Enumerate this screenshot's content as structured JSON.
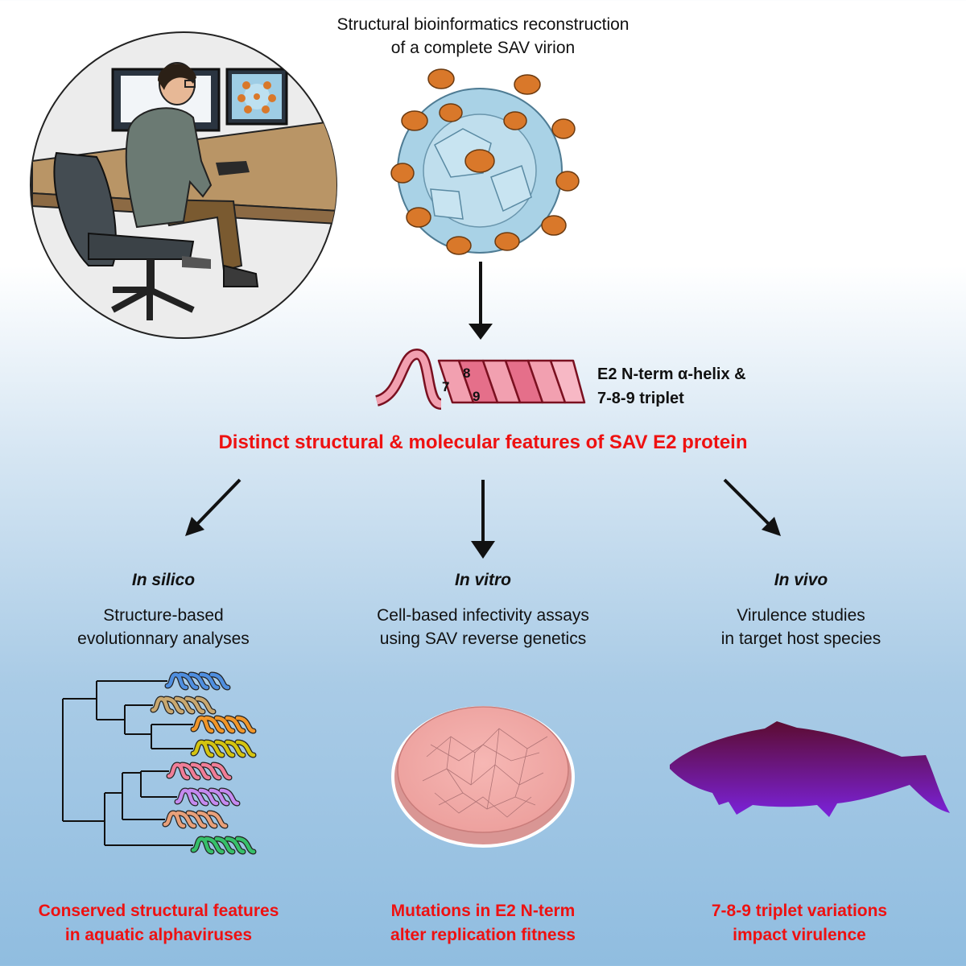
{
  "header": {
    "title_line1": "Structural bioinformatics reconstruction",
    "title_line2": "of a complete SAV virion"
  },
  "helix": {
    "label_line1": "E2 N-term α-helix &",
    "label_line2": "7-8-9 triplet",
    "digits": [
      "7",
      "8",
      "9"
    ]
  },
  "headline": "Distinct structural & molecular features of SAV E2 protein",
  "columns": [
    {
      "title": "In silico",
      "desc_line1": "Structure-based",
      "desc_line2": "evolutionnary analyses",
      "result_line1": "Conserved structural features",
      "result_line2": "in aquatic alphaviruses"
    },
    {
      "title": "In vitro",
      "desc_line1": "Cell-based infectivity assays",
      "desc_line2": "using SAV reverse genetics",
      "result_line1": "Mutations in E2 N-term",
      "result_line2": "alter replication fitness"
    },
    {
      "title": "In vivo",
      "desc_line1": "Virulence studies",
      "desc_line2": "in target host species",
      "result_line1": "7-8-9 triplet variations",
      "result_line2": "impact virulence"
    }
  ],
  "colors": {
    "headline_red": "#ee1111",
    "helix_pink": "#f2a0b0",
    "helix_outline": "#7a1020",
    "virus_orange": "#d9782a",
    "virus_blue": "#a9d2e6",
    "fish_top": "#6a0f3c",
    "fish_bottom": "#7a22d8",
    "dish_pink": "#f0aaa8"
  },
  "tree_helix_colors": [
    "#4f8fe0",
    "#c9a870",
    "#f0962a",
    "#d4c410",
    "#f07e98",
    "#c58af0",
    "#e8a07a",
    "#36c06a"
  ]
}
